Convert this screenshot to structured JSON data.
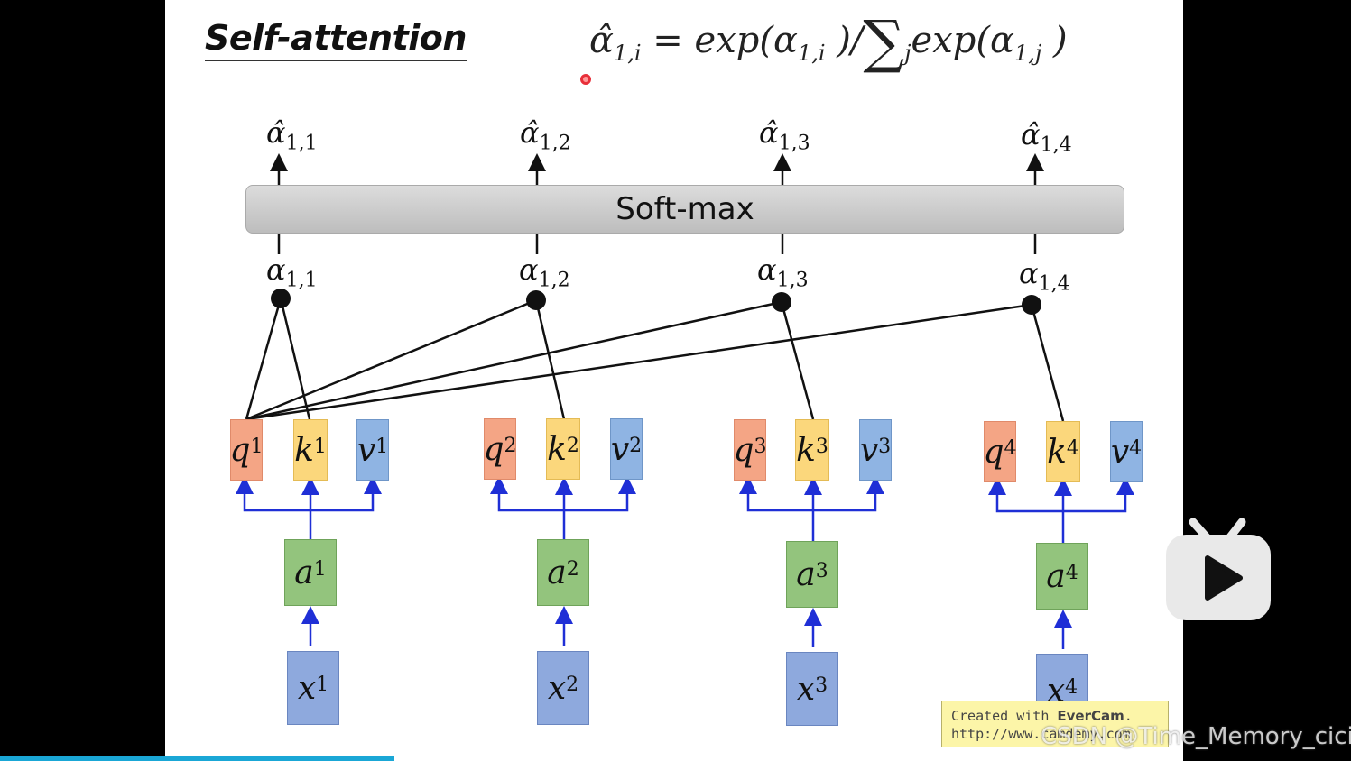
{
  "title": "Self-attention",
  "formula": {
    "lhs": "α̂",
    "lhs_sub": "1,i",
    "eq": " = exp(",
    "alpha": "α",
    "alpha_sub": "1,i",
    "mid": " )/",
    "sigma": "∑",
    "sigma_sub": "j",
    "rhs": "exp(",
    "rhs_alpha": "α",
    "rhs_sub": "1,j",
    "close": " )"
  },
  "softmax_label": "Soft-max",
  "outputs": [
    {
      "sym": "α̂",
      "sub": "1,1"
    },
    {
      "sym": "α̂",
      "sub": "1,2"
    },
    {
      "sym": "α̂",
      "sub": "1,3"
    },
    {
      "sym": "α̂",
      "sub": "1,4"
    }
  ],
  "scores": [
    {
      "sym": "α",
      "sub": "1,1"
    },
    {
      "sym": "α",
      "sub": "1,2"
    },
    {
      "sym": "α",
      "sub": "1,3"
    },
    {
      "sym": "α",
      "sub": "1,4"
    }
  ],
  "columns": [
    {
      "q": "q",
      "k": "k",
      "v": "v",
      "a": "a",
      "x": "x",
      "n": "1"
    },
    {
      "q": "q",
      "k": "k",
      "v": "v",
      "a": "a",
      "x": "x",
      "n": "2"
    },
    {
      "q": "q",
      "k": "k",
      "v": "v",
      "a": "a",
      "x": "x",
      "n": "3"
    },
    {
      "q": "q",
      "k": "k",
      "v": "v",
      "a": "a",
      "x": "x",
      "n": "4"
    }
  ],
  "evercam": {
    "line1_prefix": "Created with ",
    "brand": "EverCam",
    "line1_suffix": ".",
    "line2": "http://www.camdemy.com"
  },
  "watermark": "CSDN @Time_Memory_cici",
  "colors": {
    "query": "#f4a585",
    "key": "#fbd77c",
    "value": "#8fb4e3",
    "a": "#93c47d",
    "x": "#8ea9dd",
    "arrow_blue": "#1f2fd6"
  },
  "icons": [
    "bilibili-tv-icon",
    "play-icon"
  ]
}
